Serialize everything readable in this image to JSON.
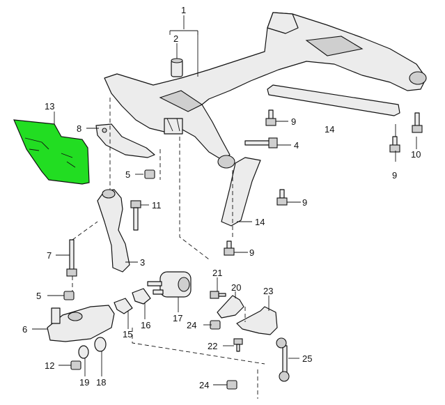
{
  "callouts": {
    "c1": "1",
    "c2": "2",
    "c3": "3",
    "c4": "4",
    "c5a": "5",
    "c5b": "5",
    "c6": "6",
    "c7": "7",
    "c8": "8",
    "c9a": "9",
    "c9b": "9",
    "c9c": "9",
    "c9d": "9",
    "c10": "10",
    "c11": "11",
    "c12": "12",
    "c13": "13",
    "c14a": "14",
    "c14b": "14",
    "c15": "15",
    "c16": "16",
    "c17": "17",
    "c18": "18",
    "c19": "19",
    "c20": "20",
    "c21": "21",
    "c22": "22",
    "c23": "23",
    "c24a": "24",
    "c24b": "24",
    "c25": "25"
  },
  "colors": {
    "highlight": "#22dd22",
    "line": "#111111",
    "part_fill": "#ececec"
  },
  "highlighted_part": "13"
}
